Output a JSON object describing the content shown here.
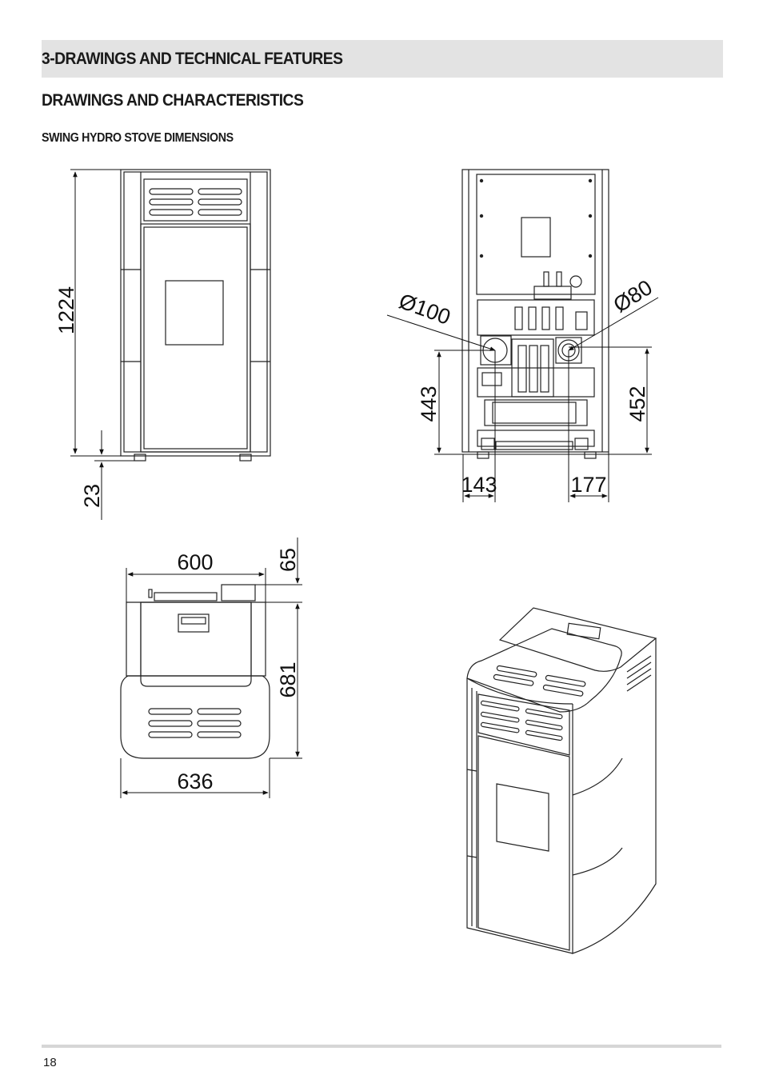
{
  "header": {
    "section_title": "3-DRAWINGS AND TECHNICAL FEATURES",
    "subtitle": "DRAWINGS AND CHARACTERISTICS",
    "figure_title": "SWING HYDRO STOVE DIMENSIONS"
  },
  "dimensions": {
    "height": "1224",
    "foot": "23",
    "flue_diameter": "Ø100",
    "air_diameter": "Ø80",
    "flue_height": "443",
    "air_height": "452",
    "flue_offset": "143",
    "air_offset": "177",
    "top_width": "600",
    "rear_depth": "65",
    "depth": "681",
    "overall_width": "636"
  },
  "footer": {
    "page_number": "18"
  }
}
